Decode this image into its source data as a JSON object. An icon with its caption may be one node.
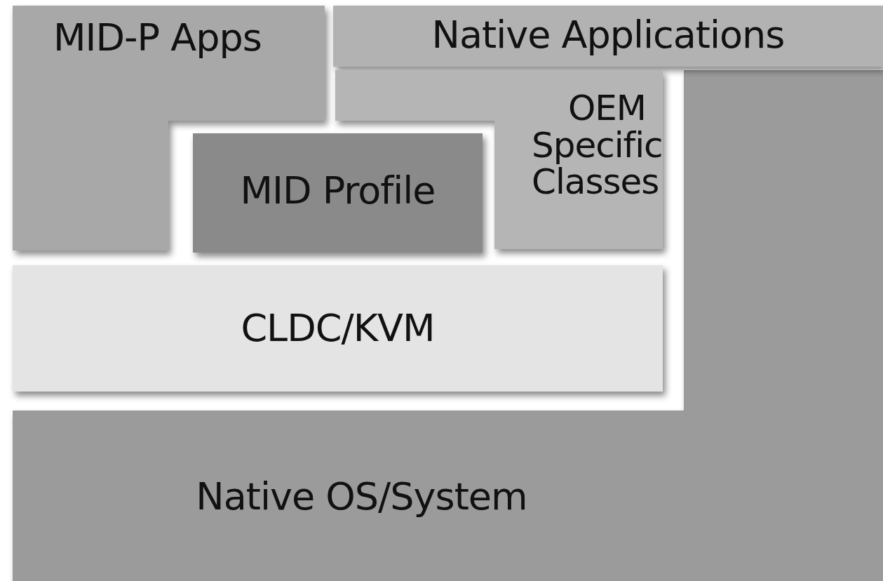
{
  "diagram": {
    "nodes": [
      {
        "text": [
          "MID-P Apps"
        ]
      },
      {
        "text": [
          "Native Applications"
        ]
      },
      {
        "text": [
          "OEM Specific Classes"
        ]
      },
      {
        "text": [
          "MID Profile"
        ]
      },
      {
        "text": [
          "CLDC/KVM"
        ]
      },
      {
        "text": [
          "Native OS/System"
        ]
      }
    ]
  }
}
